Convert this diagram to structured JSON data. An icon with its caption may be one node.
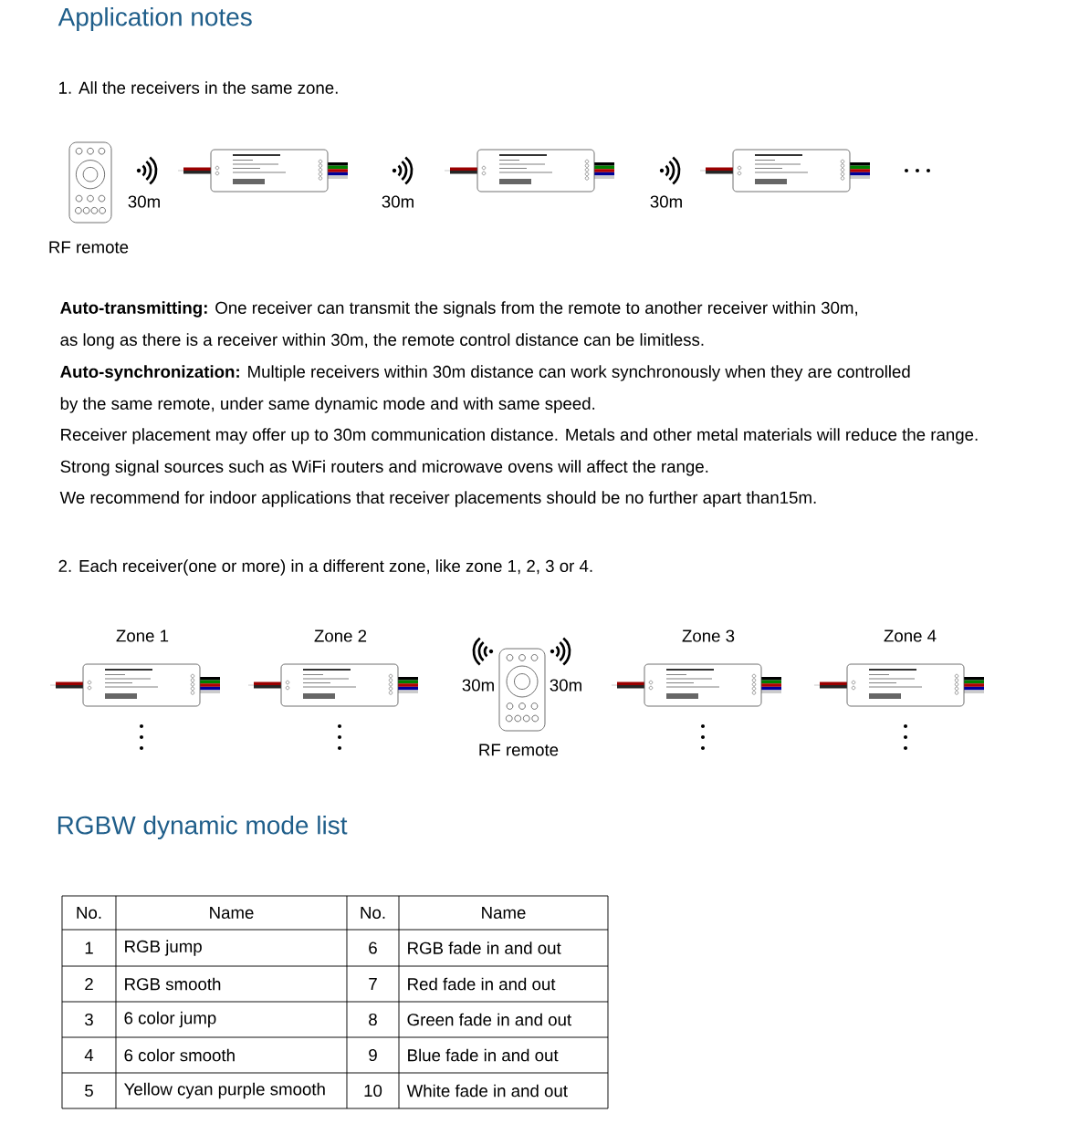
{
  "diagram": {
    "title": "Application notes",
    "labels": [
      "1. All the receivers in the same zone.",
      "30m",
      "30m",
      "30m",
      "RF remote",
      "**Auto-transmitting:** One receiver can transmit the signals from the remote to another receiver within 30m,",
      "as long as there is a receiver within 30m, the remote control distance can be limitless.",
      "**Auto-synchronization:** Multiple receivers within 30m distance can work synchronously when they are controlled",
      "by the same remote, under same dynamic mode and with same speed.",
      "Receiver placement may offer up to 30m communication distance. Metals and other metal materials will reduce the range.",
      "Strong signal sources such as WiFi routers and microwave ovens will affect the range.",
      "We recommend for indoor applications that receiver placements should be no further apart than15m.",
      "2. Each receiver(one or more) in a different zone, like zone 1, 2, 3 or 4.",
      "Zone 1",
      "Zone 2",
      "30m",
      "30m",
      "Zone 3",
      "Zone 4",
      "RF remote",
      "RGBW dynamic mode list",
      "No.",
      "Name",
      "No.",
      "Name",
      "1",
      "RGB jump",
      "6",
      "RGB fade in and out",
      "2",
      "RGB smooth",
      "7",
      "Red fade in and out",
      "3",
      "6 color jump",
      "8",
      "Green fade in and out",
      "4",
      "6 color smooth",
      "9",
      "Blue fade in and out",
      "5",
      "Yellow cyan purple smooth",
      "10",
      "White fade in and out"
    ]
  }
}
